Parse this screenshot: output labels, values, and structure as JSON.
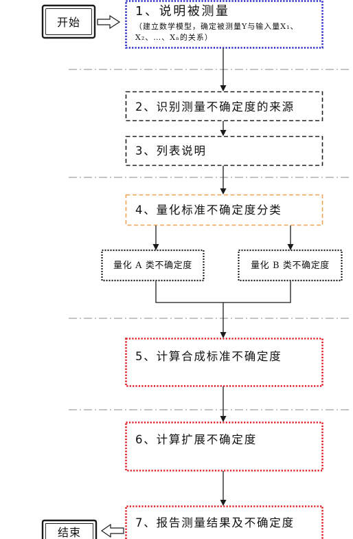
{
  "start": {
    "label": "开始"
  },
  "end": {
    "label": "结束"
  },
  "steps": [
    {
      "title": "1、说明被测量",
      "note_lines": [
        "（建立数学模型，确定被测量Y与输入量X₁、",
        "X₂、…、Xₙ的关系）"
      ]
    },
    {
      "title": "2、识别测量不确定度的来源"
    },
    {
      "title": "3、列表说明"
    },
    {
      "title": "4、量化标准不确定度分类"
    },
    {
      "title": "5、计算合成标准不确定度"
    },
    {
      "title": "6、计算扩展不确定度"
    },
    {
      "title": "7、报告测量结果及不确定度"
    }
  ],
  "branches": [
    {
      "label": "量化 A 类不确定度"
    },
    {
      "label": "量化 B 类不确定度"
    }
  ],
  "colors": {
    "blue_dotted": "#2525c9",
    "black_dashed": "#1e1e1e",
    "orange_dashed": "#f0a255",
    "red_dotted": "#e01b24",
    "line": "#1a1a1a",
    "separator": "#8a8a8a"
  }
}
